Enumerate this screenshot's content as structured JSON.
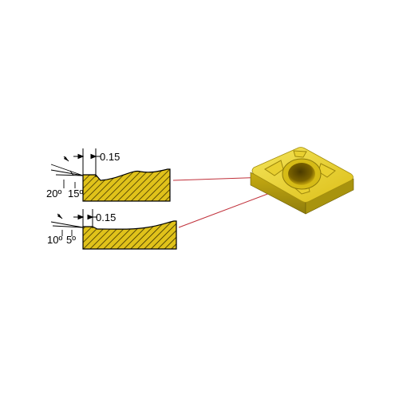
{
  "upper_profile": {
    "land_width": "0.15",
    "angle_outer": "20º",
    "angle_inner": "15º"
  },
  "lower_profile": {
    "land_width": "0.15",
    "angle_outer": "10º",
    "angle_inner": "5º"
  },
  "colors": {
    "insert_yellow": "#e8cc1c",
    "insert_shadow": "#9c8a10",
    "hatch_fill": "#e0c21a",
    "hatch_line": "#3a3000",
    "leader_line": "#c0303a"
  }
}
